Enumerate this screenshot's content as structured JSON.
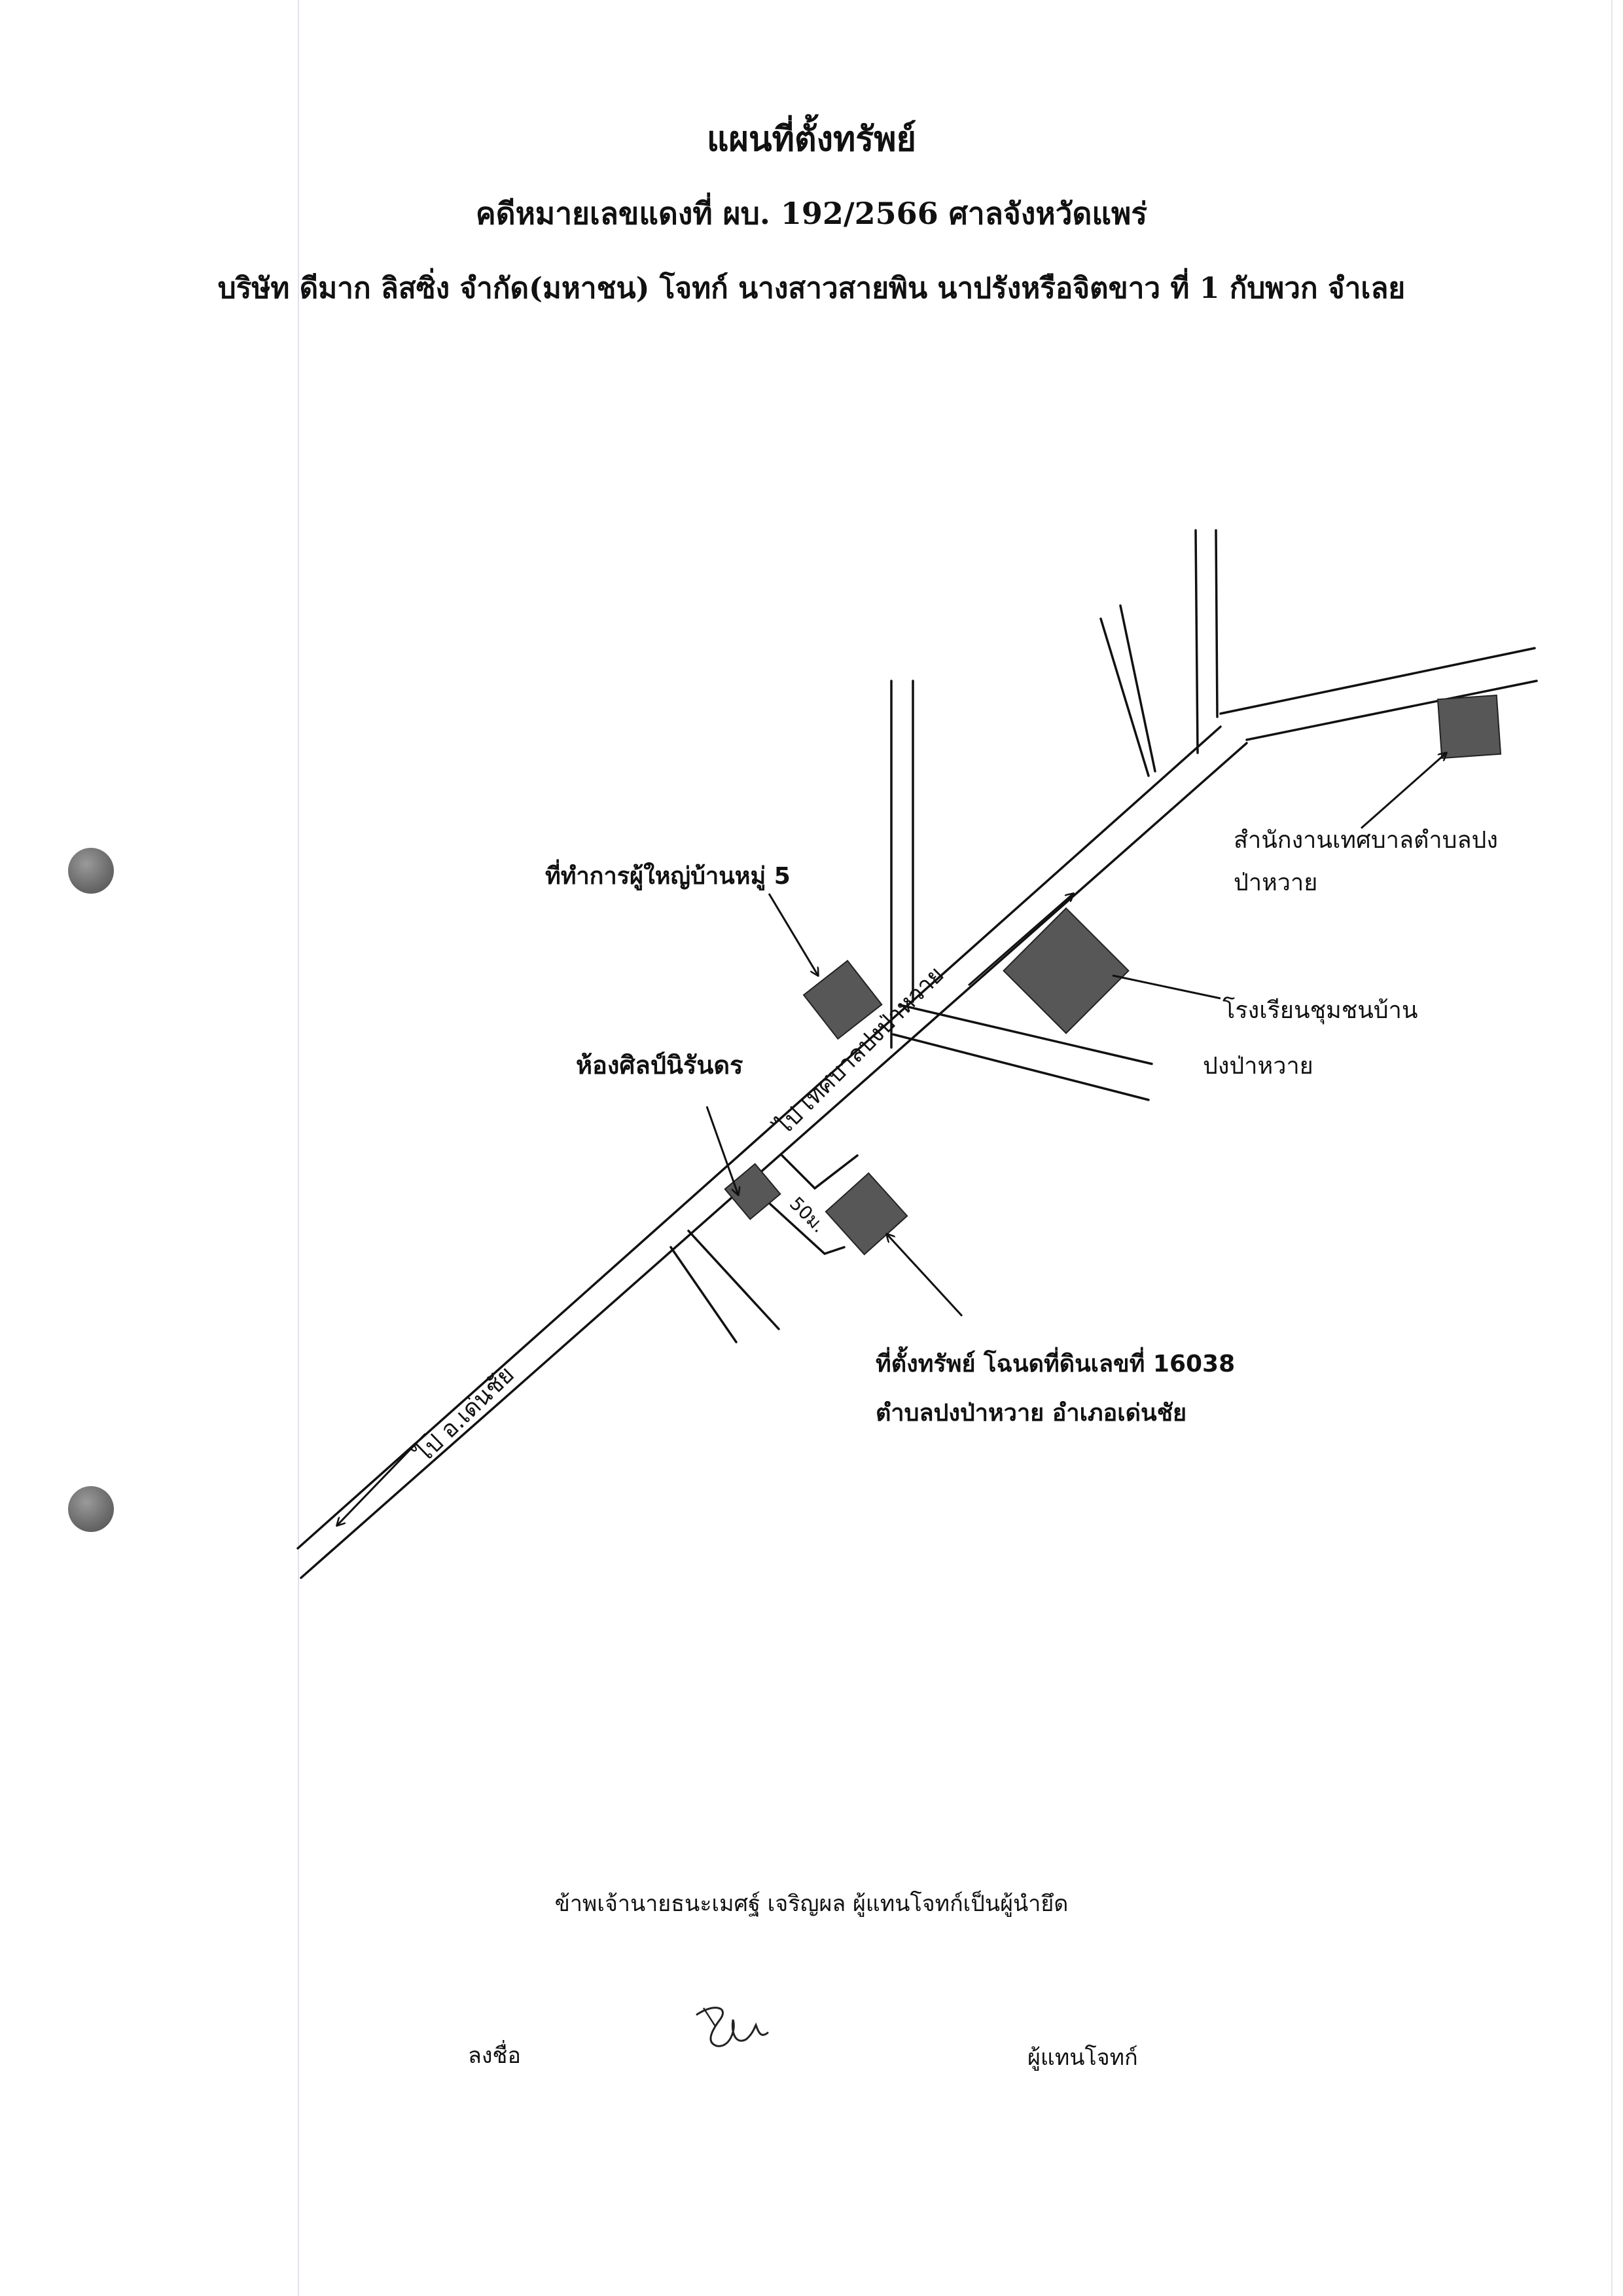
{
  "document": {
    "title": "แผนที่ตั้งทรัพย์",
    "case_line": "คดีหมายเลขแดงที่ ผบ. 192/2566  ศาลจังหวัดแพร่",
    "parties_line": "บริษัท ดีมาก ลิสซิ่ง จำกัด(มหาชน) โจทก์ นางสาวสายพิน นาปรังหรือจิตขาว ที่ 1 กับพวก จำเลย"
  },
  "map": {
    "labels": {
      "village_head_office": "ที่ทำการผู้ใหญ่บ้านหมู่ 5",
      "municipal_office_line1": "สำนักงานเทศบาลตำบลปง",
      "municipal_office_line2": "ป่าหวาย",
      "school_line1": "โรงเรียนชุมชนบ้าน",
      "school_line2": "ปงป่าหวาย",
      "art_shop": "ห้องศิลป์นิรันดร",
      "road_to_municipality": "ไป เทศบาลปงป่าหวาย",
      "road_to_den_chai": "ไป อ.เด่นชัย",
      "distance": "50ม.",
      "property_line1": "ที่ตั้งทรัพย์ โฉนดที่ดินเลขที่ 16038",
      "property_line2": "ตำบลปงป่าหวาย  อำเภอเด่นชัย"
    }
  },
  "footer": {
    "certification": "ข้าพเจ้านายธนะเมศฐ์ เจริญผล ผู้แทนโจทก์เป็นผู้นำยึด",
    "sign_label": "ลงชื่อ",
    "signature_text": "ธร",
    "representative_label": "ผู้แทนโจทก์"
  },
  "colors": {
    "building_fill": "#575757",
    "ink": "#111111"
  }
}
